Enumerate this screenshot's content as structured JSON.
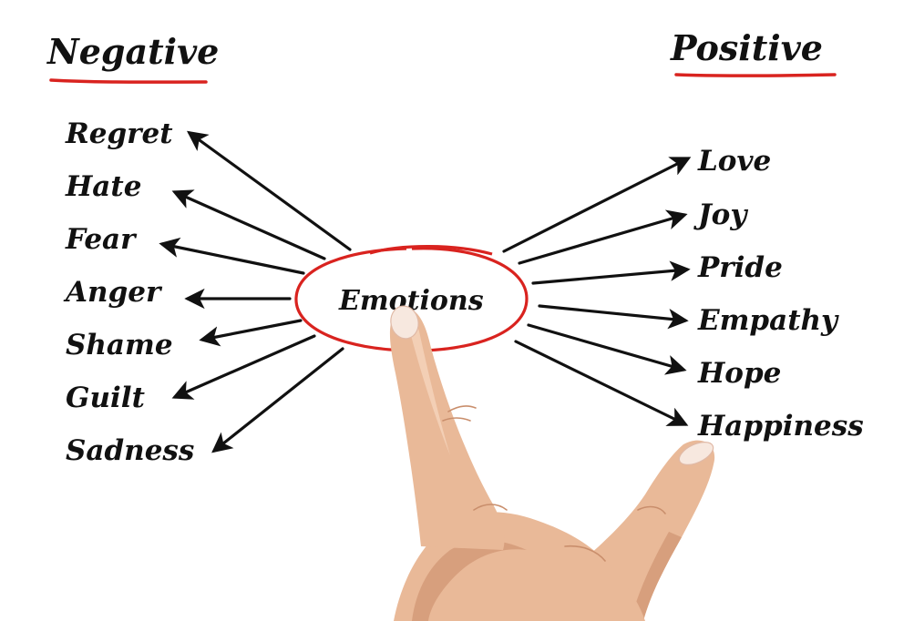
{
  "colors": {
    "ink": "#111111",
    "accent_red": "#d9231f",
    "background": "#ffffff",
    "skin": "#e9b998"
  },
  "headings": {
    "negative": "Negative",
    "positive": "Positive"
  },
  "center": {
    "label": "Emotions"
  },
  "negative_terms": [
    "Regret",
    "Hate",
    "Fear",
    "Anger",
    "Shame",
    "Guilt",
    "Sadness"
  ],
  "positive_terms": [
    "Love",
    "Joy",
    "Pride",
    "Empathy",
    "Hope",
    "Happiness"
  ],
  "figure": {
    "hand": "pointing-hand-image"
  }
}
